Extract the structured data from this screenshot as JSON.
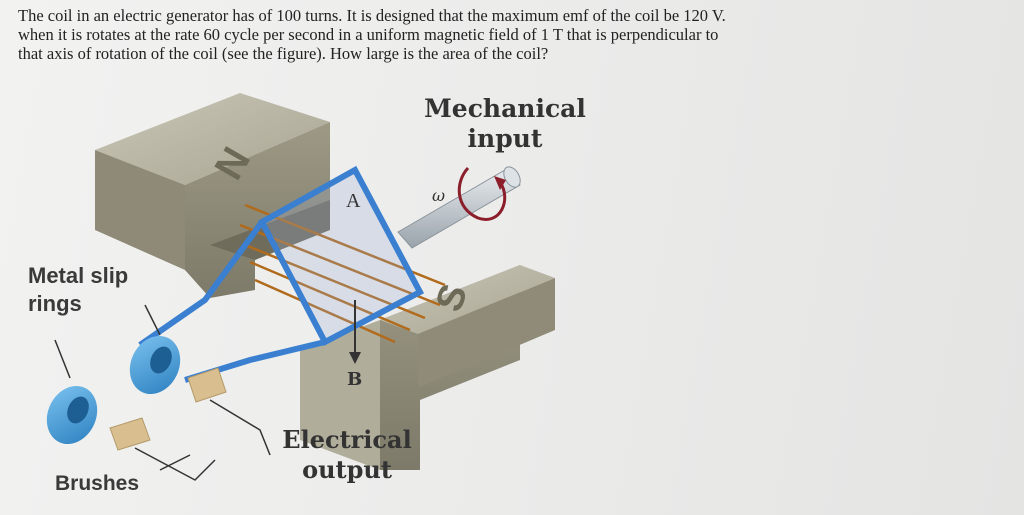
{
  "question": {
    "line1": "The coil in an electric generator has of 100 turns. It is designed that the maximum emf of the coil be 120 V.",
    "line2": "when it is rotates at the rate 60 cycle per second in a uniform magnetic field of 1 T that is perpendicular to",
    "line3": "that axis of rotation of the coil (see the figure). How large is the area of the coil?"
  },
  "figure": {
    "mechanical_input": [
      "Mechanical",
      "input"
    ],
    "electrical_output": [
      "Electrical",
      "output"
    ],
    "metal_slip_rings": [
      "Metal slip",
      "rings"
    ],
    "brushes": "Brushes",
    "magnet_north": "N",
    "magnet_south": "S",
    "coil_label": "A",
    "field_label": "B",
    "omega": "ω"
  },
  "colors": {
    "magnet": "#b6b29f",
    "coil": "#3a7fd0",
    "slip_ring": "#4aa3e0",
    "brush": "#d9bf8f",
    "field_lines": "#b06b1c",
    "rotation_arrow": "#8b1e2a"
  }
}
